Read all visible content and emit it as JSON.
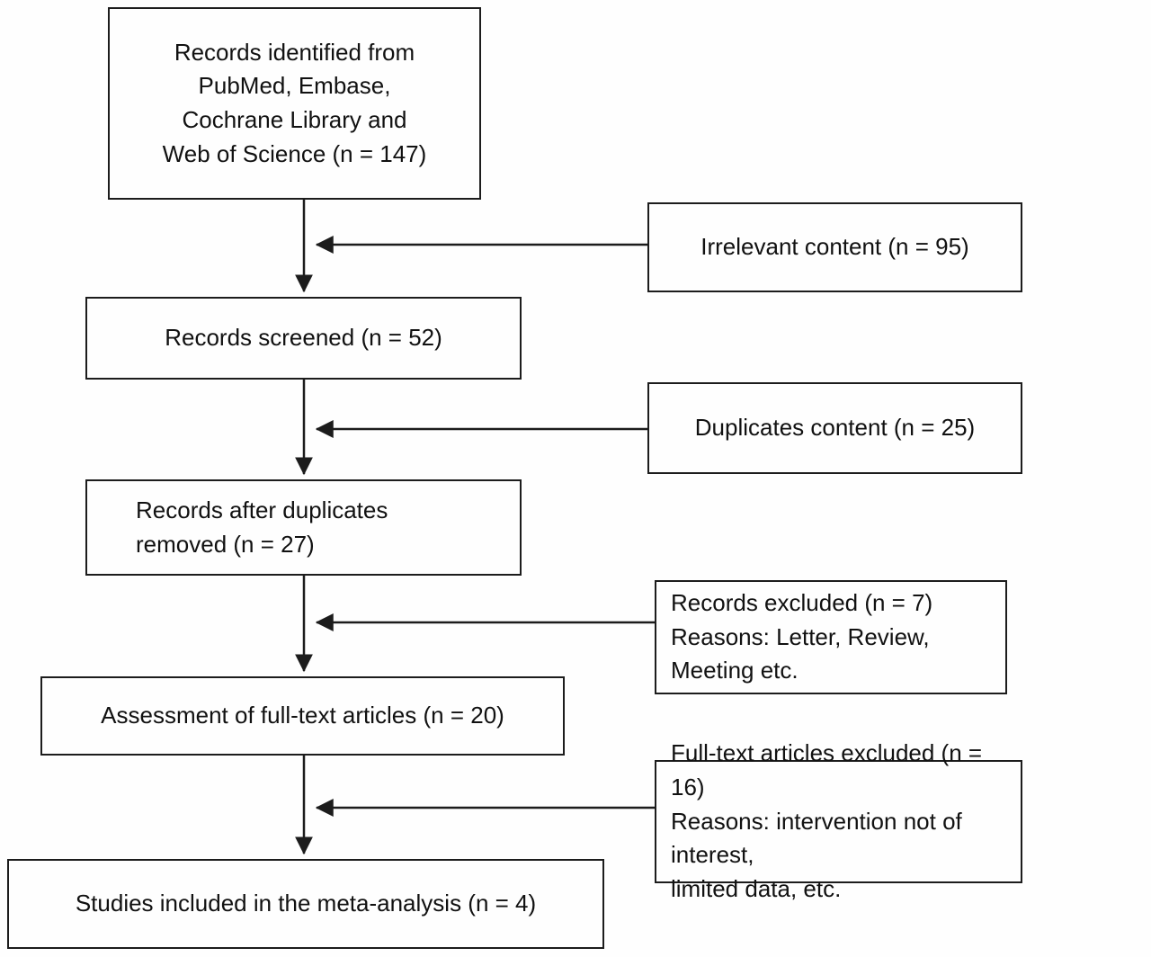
{
  "diagram": {
    "type": "prisma-flowchart",
    "boxes": {
      "identified": "Records identified from\nPubMed, Embase,\nCochrane Library and\nWeb of Science (n = 147)",
      "screened": "Records screened (n = 52)",
      "after_duplicates": "Records after duplicates\nremoved (n = 27)",
      "full_text_assessment": "Assessment of full-text articles (n = 20)",
      "included": "Studies included in the meta-analysis (n = 4)",
      "irrelevant": "Irrelevant content (n = 95)",
      "duplicates": "Duplicates content (n = 25)",
      "records_excluded": "Records excluded (n = 7)\nReasons: Letter, Review,\nMeeting etc.",
      "full_text_excluded": "Full-text articles excluded (n = 16)\nReasons: intervention not of interest,\nlimited data, etc."
    },
    "counts": {
      "identified": 147,
      "irrelevant": 95,
      "screened": 52,
      "duplicates": 25,
      "after_duplicates": 27,
      "records_excluded": 7,
      "full_text_assessment": 20,
      "full_text_excluded": 16,
      "included": 4
    },
    "colors": {
      "border": "#1c1c1c",
      "text": "#111111",
      "background": "#fefefe",
      "arrow": "#1c1c1c"
    }
  }
}
